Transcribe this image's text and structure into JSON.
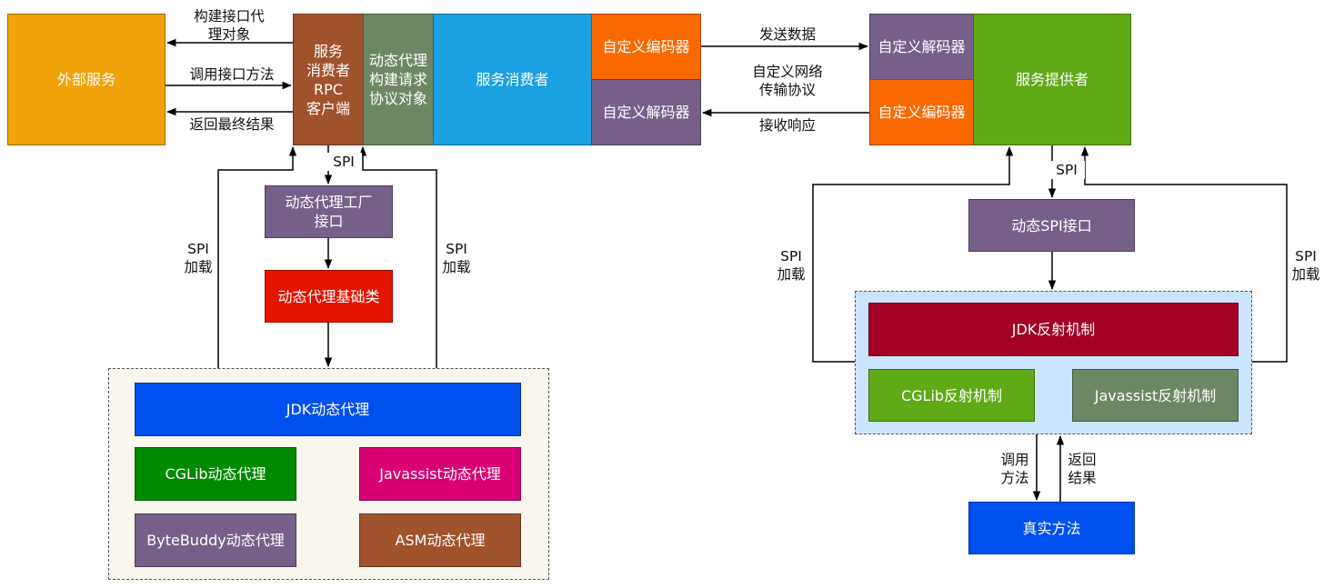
{
  "nodes": {
    "external_service": {
      "text": "外部服务",
      "color": "#F0A30A"
    },
    "rpc_client": {
      "text": "服务\n消费者\nRPC\n客户端",
      "color": "#A0522D"
    },
    "dynamic_proxy_build": {
      "text": "动态代理\n构建请求\n协议对象",
      "color": "#6D8764"
    },
    "service_consumer": {
      "text": "服务消费者",
      "color": "#1BA1E2"
    },
    "consumer_encoder": {
      "text": "自定义编码器",
      "color": "#FA6800"
    },
    "consumer_decoder": {
      "text": "自定义解码器",
      "color": "#76608A"
    },
    "provider_decoder": {
      "text": "自定义解码器",
      "color": "#76608A"
    },
    "provider_encoder": {
      "text": "自定义编码器",
      "color": "#FA6800"
    },
    "service_provider": {
      "text": "服务提供者",
      "color": "#60A917"
    },
    "proxy_factory": {
      "text": "动态代理工厂\n接口",
      "color": "#76608A"
    },
    "proxy_base": {
      "text": "动态代理基础类",
      "color": "#E51400"
    },
    "jdk_proxy": {
      "text": "JDK动态代理",
      "color": "#0050EF"
    },
    "cglib_proxy": {
      "text": "CGLib动态代理",
      "color": "#008A00"
    },
    "javassist_proxy": {
      "text": "Javassist动态代理",
      "color": "#D80073"
    },
    "bytebuddy_proxy": {
      "text": "ByteBuddy动态代理",
      "color": "#76608A"
    },
    "asm_proxy": {
      "text": "ASM动态代理",
      "color": "#A0522D"
    },
    "dynamic_spi": {
      "text": "动态SPI接口",
      "color": "#76608A"
    },
    "jdk_reflect": {
      "text": "JDK反射机制",
      "color": "#A20025"
    },
    "cglib_reflect": {
      "text": "CGLib反射机制",
      "color": "#60A917"
    },
    "javassist_reflect": {
      "text": "Javassist反射机制",
      "color": "#6D8764"
    },
    "real_method": {
      "text": "真实方法",
      "color": "#0050EF"
    }
  },
  "groups": {
    "proxy_group": {
      "color": "#F9F7ED"
    },
    "reflect_group": {
      "color": "#CCE5FF"
    }
  },
  "labels": {
    "build_proxy": "构建接口代\n理对象",
    "call_method": "调用接口方法",
    "return_result": "返回最终结果",
    "send_data": "发送数据",
    "custom_protocol": "自定义网络\n传输协议",
    "receive_response": "接收响应",
    "spi_left": "SPI",
    "spi_load_1": "SPI\n加载",
    "spi_load_2": "SPI\n加载",
    "spi_right": "SPI",
    "spi_load_3": "SPI\n加载",
    "spi_load_4": "SPI\n加载",
    "invoke_method": "调用\n方法",
    "return_to": "返回\n结果"
  }
}
